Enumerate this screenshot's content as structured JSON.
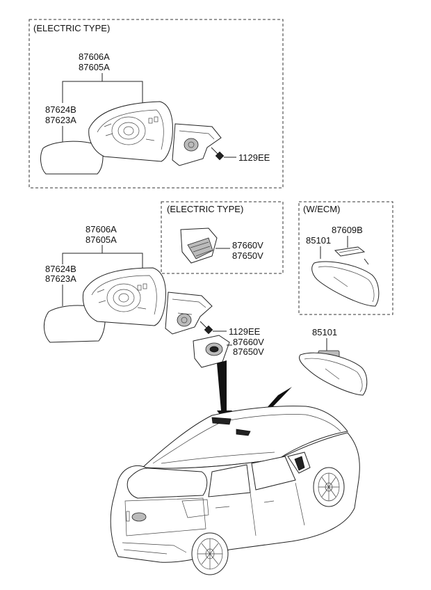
{
  "frames": {
    "top": "(ELECTRIC TYPE)",
    "middle": "(ELECTRIC TYPE)",
    "ecm": "(W/ECM)"
  },
  "labels": {
    "top_87606a": "87606A",
    "top_87605a": "87605A",
    "top_87624b": "87624B",
    "top_87623a": "87623A",
    "top_1129ee": "1129EE",
    "mid_87660v": "87660V",
    "mid_87650v": "87650V",
    "ecm_87609b": "87609B",
    "ecm_85101": "85101",
    "low_87606a": "87606A",
    "low_87605a": "87605A",
    "low_87624b": "87624B",
    "low_87623a": "87623A",
    "low_1129ee": "1129EE",
    "low_87660v": "87660V",
    "low_87650v": "87650V",
    "low_85101": "85101"
  }
}
